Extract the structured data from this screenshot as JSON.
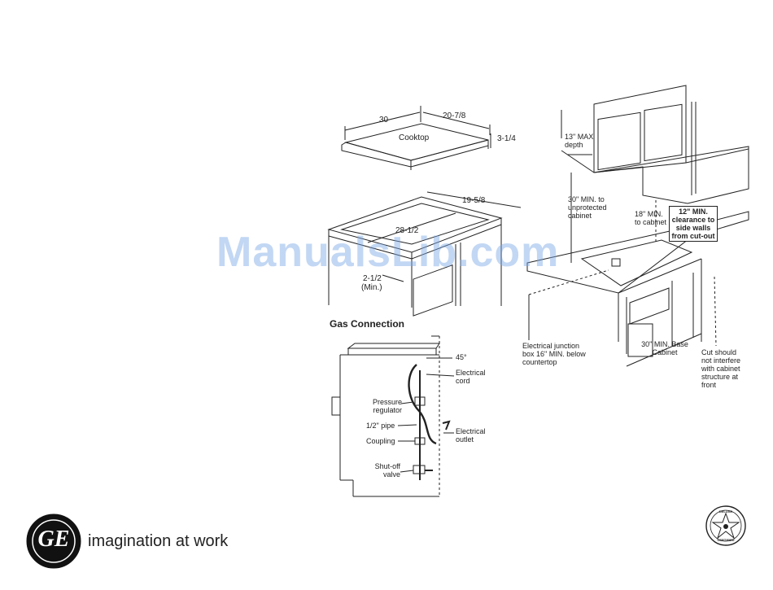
{
  "cooktop_dims": {
    "width": "30",
    "depth": "20-7/8",
    "height": "3-1/4",
    "label": "Cooktop"
  },
  "cutout_dims": {
    "depth": "19-5/8",
    "width": "28-1/2",
    "min_depth": "2-1/2",
    "min_note": "(Min.)"
  },
  "gas": {
    "title": "Gas Connection",
    "angle": "45°",
    "electrical_cord": "Electrical cord",
    "pressure_regulator": "Pressure regulator",
    "pipe": "1/2\" pipe",
    "coupling": "Coupling",
    "electrical_outlet": "Electrical outlet",
    "shutoff_valve": "Shut-off valve"
  },
  "install": {
    "max_depth": "13\" MAX depth",
    "unprotected_cabinet": "30\" MIN. to unprotected cabinet",
    "min_to_cabinet": "18\" MIN. to cabinet",
    "clearance_box": "12\" MIN. clearance to side walls from cut-out",
    "junction_box": "Electrical junction box 16\" MIN. below countertop",
    "base_cabinet": "30\" MIN. Base Cabinet",
    "cut_note": "Cut should not interfere with cabinet structure at front"
  },
  "branding": {
    "watermark": "ManualsLib.com",
    "tagline": "imagination at work",
    "logo_text": "GE",
    "seal_text_top": "DELUXE",
    "seal_text_bottom": "CERTIFIED"
  }
}
